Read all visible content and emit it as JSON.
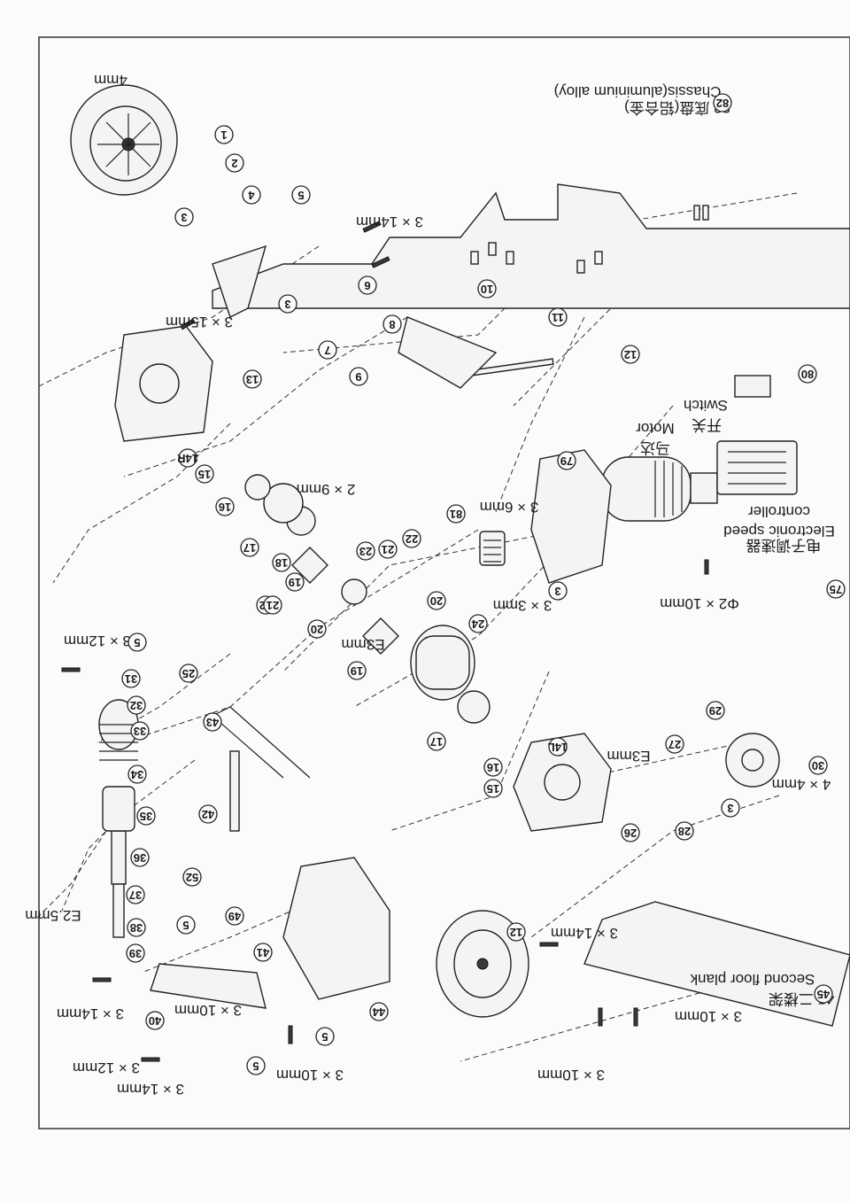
{
  "diagram": {
    "orientation": "rotated 180 degrees",
    "callouts": [
      "1",
      "2",
      "3",
      "4",
      "5",
      "6",
      "3",
      "7",
      "8",
      "9",
      "10",
      "11",
      "12",
      "13",
      "14R",
      "15",
      "16",
      "17",
      "18",
      "19",
      "20",
      "21",
      "22",
      "23",
      "22",
      "21",
      "20",
      "19",
      "24",
      "17",
      "16",
      "15",
      "14L",
      "26",
      "27",
      "28",
      "3",
      "29",
      "30",
      "25",
      "5",
      "31",
      "32",
      "33",
      "34",
      "35",
      "36",
      "37",
      "38",
      "39",
      "40",
      "41",
      "42",
      "43",
      "52",
      "49",
      "5",
      "5",
      "5",
      "44",
      "12",
      "45",
      "75",
      "79",
      "80",
      "81",
      "82",
      "3"
    ],
    "labels": {
      "wheel_nut": "4mm",
      "chassis_cn": "82 底盘(铝合金)",
      "chassis_en": "Chassis(aluminium alloy)",
      "screw_3x14_top": "3 × 14mm",
      "screw_3x15": "3 × 15mm",
      "screw_2x9": "2 × 9mm",
      "screw_3x6": "3 × 6mm",
      "screw_3x3": "3 × 3mm",
      "clip_e3_a": "E3mm",
      "clip_e3_b": "E3mm",
      "motor_cn": "马达",
      "motor_en": "Motor",
      "switch_cn": "开关",
      "switch_en": "Switch",
      "esc_cn": "电子调速器",
      "esc_en_1": "Electronic speed",
      "esc_en_2": "controller",
      "pin_2x10": "Φ2 × 10mm",
      "pin_4x4": "4 × 4mm",
      "screw_3x12_a": "3 × 12mm",
      "clip_e25": "E2.5mm",
      "screw_3x14_b": "3 × 14mm",
      "screw_3x10_a": "3 × 10mm",
      "screw_3x12_b": "3 × 12mm",
      "screw_3x14_c": "3 × 14mm",
      "screw_3x10_b": "3 × 10mm",
      "screw_3x14_d": "3 × 14mm",
      "screw_3x10_c": "3 × 10mm",
      "screw_3x10_d": "3 × 10mm",
      "plank_cn": "45 二楼架",
      "plank_en": "Second floor plank"
    }
  }
}
